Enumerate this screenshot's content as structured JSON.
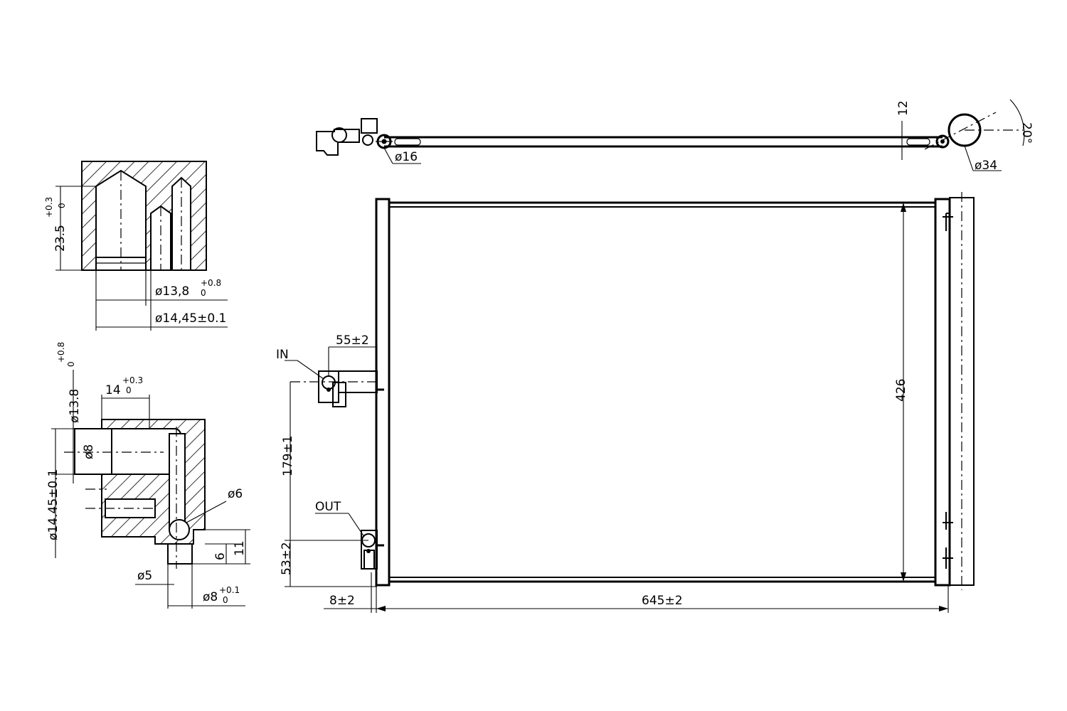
{
  "labels": {
    "in_port": "IN",
    "out_port": "OUT"
  },
  "dimensions": {
    "mount_diameter_small": "ø16",
    "mount_diameter_large": "ø34",
    "bracket_thickness": "12",
    "angle": "20°",
    "core_height": "426",
    "core_width": "645±2",
    "left_offset": "8±2",
    "inlet_offset": "55±2",
    "port_spacing": "179±1",
    "outlet_height": "53±2",
    "fitting_a_depth": "23.5",
    "fitting_a_depth_tol_upper": "+0.3",
    "fitting_a_depth_tol_lower": "0",
    "fitting_a_inner": "ø13,8",
    "fitting_a_inner_tol_upper": "+0.8",
    "fitting_a_inner_tol_lower": "0",
    "fitting_a_outer": "ø14,45±0.1",
    "fitting_b_bore": "ø13.8",
    "fitting_b_bore_tol_upper": "+0.8",
    "fitting_b_bore_tol_lower": "0",
    "fitting_b_depth": "14",
    "fitting_b_depth_tol_upper": "+0.3",
    "fitting_b_depth_tol_lower": "0",
    "fitting_b_inner": "ø8",
    "fitting_b_outer": "ø14.45±0.1",
    "fitting_b_side_hole": "ø6",
    "fitting_b_dim_6": "6",
    "fitting_b_dim_11": "11",
    "fitting_b_small_hole": "ø5",
    "fitting_b_outlet": "ø8",
    "fitting_b_outlet_tol_upper": "+0.1",
    "fitting_b_outlet_tol_lower": "0"
  }
}
